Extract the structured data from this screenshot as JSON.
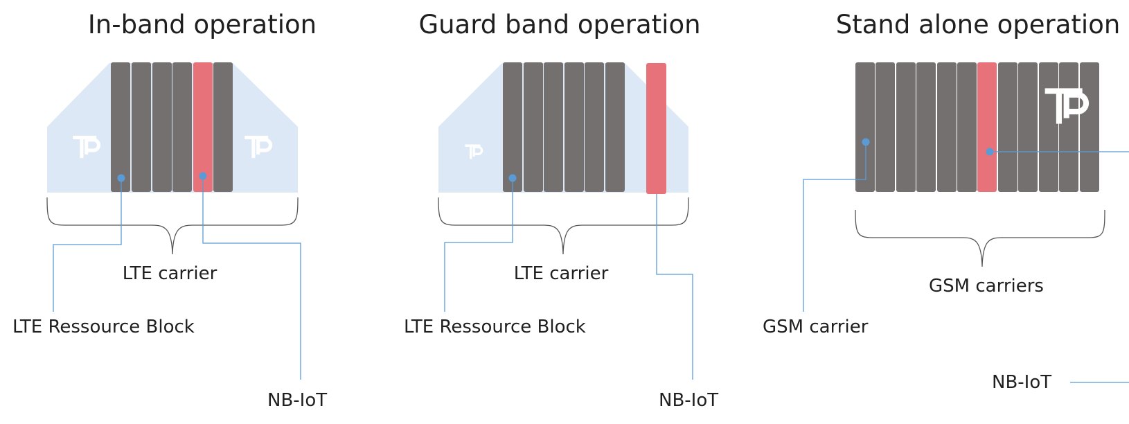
{
  "colors": {
    "lte_band_fill": "#dce8f5",
    "resource_block": "#747070",
    "nb_iot_block": "#e8727a",
    "leader_line": "#5b9bd5",
    "brace_stroke": "#555555",
    "text": "#1f1f1f"
  },
  "panels": {
    "in_band": {
      "title": "In-band operation",
      "carrier_label": "LTE carrier",
      "block_label": "LTE Ressource Block",
      "nbiot_label": "NB-IoT",
      "block_count": 6,
      "nbiot_block_index": 5
    },
    "guard_band": {
      "title": "Guard band operation",
      "carrier_label": "LTE carrier",
      "block_label": "LTE Ressource Block",
      "nbiot_label": "NB-IoT",
      "block_count": 6,
      "nbiot_block_position": "guard band (outside LTE carrier)"
    },
    "stand_alone": {
      "title": "Stand alone operation",
      "carrier_label": "GSM carriers",
      "block_label": "GSM carrier",
      "nbiot_label": "NB-IoT",
      "block_count": 12,
      "nbiot_block_index": 7
    }
  },
  "icons": [
    "fp-logo-icon"
  ]
}
